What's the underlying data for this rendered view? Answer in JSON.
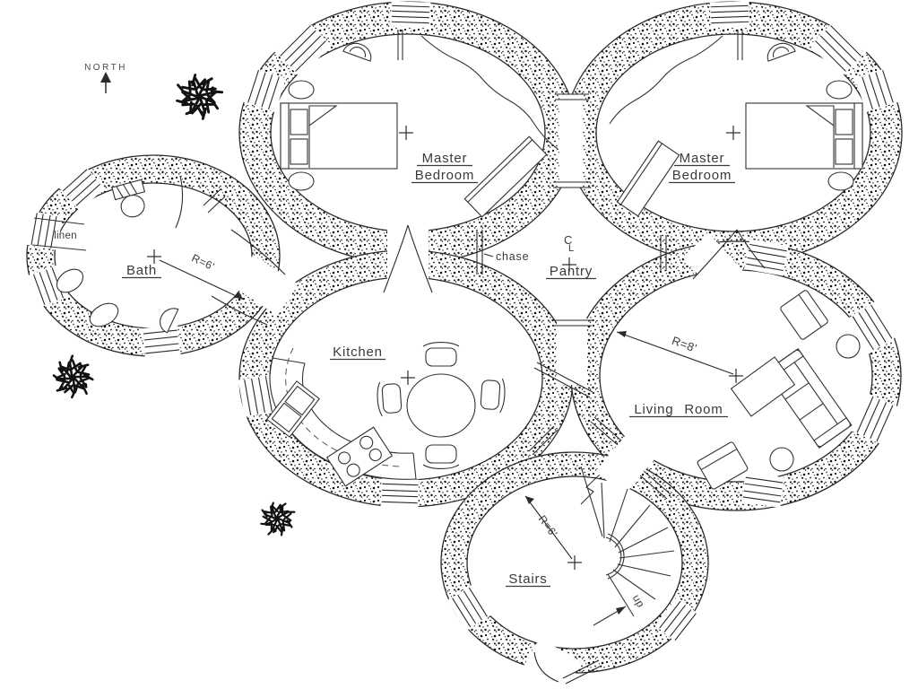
{
  "compass": {
    "label": "NORTH"
  },
  "rooms": {
    "master_bedroom_left": {
      "line1": "Master",
      "line2": "Bedroom"
    },
    "master_bedroom_right": {
      "line1": "Master",
      "line2": "Bedroom"
    },
    "bath": {
      "label": "Bath",
      "radius": "R=6'"
    },
    "kitchen": {
      "label": "Kitchen"
    },
    "pantry": {
      "label": "Pantry",
      "centerline_c": "C",
      "centerline_l": "L"
    },
    "living_room": {
      "label": "Living Room",
      "radius": "R=8'"
    },
    "stairs": {
      "label": "Stairs",
      "radius": "R=6'",
      "direction": "up"
    }
  },
  "annotations": {
    "linen": "linen",
    "chase": "chase"
  }
}
